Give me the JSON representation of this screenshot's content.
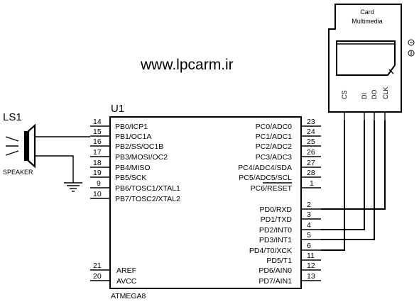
{
  "website": "www.lpcarm.ir",
  "chip": {
    "ref": "U1",
    "part": "ATMEGA8",
    "left_pins": [
      {
        "num": "14",
        "label": "PB0/ICP1"
      },
      {
        "num": "15",
        "label": "PB1/OC1A"
      },
      {
        "num": "16",
        "label": "PB2/SS/OC1B"
      },
      {
        "num": "17",
        "label": "PB3/MOSI/OC2"
      },
      {
        "num": "18",
        "label": "PB4/MISO"
      },
      {
        "num": "19",
        "label": "PB5/SCK"
      },
      {
        "num": "9",
        "label": "PB6/TOSC1/XTAL1"
      },
      {
        "num": "10",
        "label": "PB7/TOSC2/XTAL2"
      },
      {
        "num": "21",
        "label": "AREF"
      },
      {
        "num": "20",
        "label": "AVCC"
      }
    ],
    "right_pins": [
      {
        "num": "23",
        "label": "PC0/ADC0"
      },
      {
        "num": "24",
        "label": "PC1/ADC1"
      },
      {
        "num": "25",
        "label": "PC2/ADC2"
      },
      {
        "num": "26",
        "label": "PC3/ADC3"
      },
      {
        "num": "27",
        "label": "PC4/ADC4/SDA"
      },
      {
        "num": "28",
        "label": "PC5/ADC5/SCL"
      },
      {
        "num": "1",
        "label": "PC6/RESET"
      },
      {
        "num": "2",
        "label": "PD0/RXD"
      },
      {
        "num": "3",
        "label": "PD1/TXD"
      },
      {
        "num": "4",
        "label": "PD2/INT0"
      },
      {
        "num": "5",
        "label": "PD3/INT1"
      },
      {
        "num": "6",
        "label": "PD4/T0/XCK"
      },
      {
        "num": "11",
        "label": "PD5/T1"
      },
      {
        "num": "12",
        "label": "PD6/AIN0"
      },
      {
        "num": "13",
        "label": "PD7/AIN1"
      }
    ]
  },
  "speaker": {
    "ref": "LS1",
    "label": "SPEAKER"
  },
  "card": {
    "title_line1": "Card",
    "title_line2": "Multimedia",
    "pins": [
      "CS",
      "DI",
      "DO",
      "CLK"
    ]
  }
}
